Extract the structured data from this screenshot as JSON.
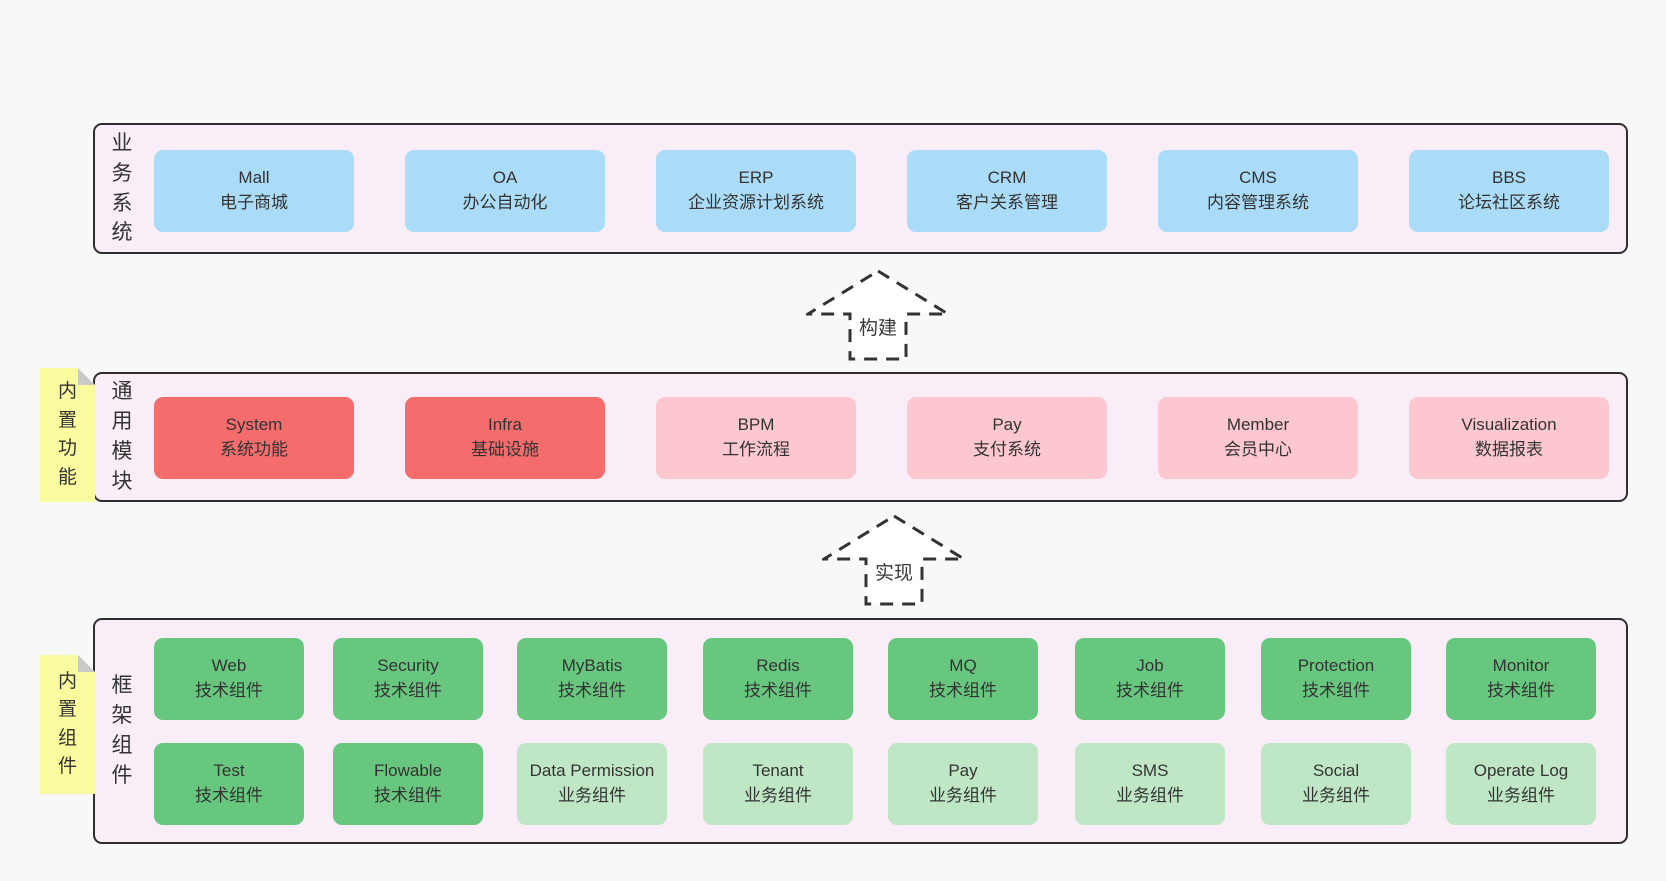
{
  "colors": {
    "page_bg": "#f8f8f8",
    "band_bg": "#f9eef7",
    "band_border": "#2f2f2f",
    "blue_box": "#abdcf7",
    "red_box": "#f56c6c",
    "pink_box": "#fcc7cf",
    "green_box": "#68c77e",
    "light_green_box": "#bfe7c6",
    "note_yellow": "#fafa9e",
    "note_fold": "#c9c9c9",
    "text": "#333333"
  },
  "arrows": [
    {
      "label": "构建"
    },
    {
      "label": "实现"
    }
  ],
  "bands": [
    {
      "label": "业务系统",
      "boxes": [
        {
          "en": "Mall",
          "zh": "电子商城"
        },
        {
          "en": "OA",
          "zh": "办公自动化"
        },
        {
          "en": "ERP",
          "zh": "企业资源计划系统"
        },
        {
          "en": "CRM",
          "zh": "客户关系管理"
        },
        {
          "en": "CMS",
          "zh": "内容管理系统"
        },
        {
          "en": "BBS",
          "zh": "论坛社区系统"
        }
      ]
    },
    {
      "label": "通用模块",
      "note": "内置功能",
      "boxes": [
        {
          "en": "System",
          "zh": "系统功能"
        },
        {
          "en": "Infra",
          "zh": "基础设施"
        },
        {
          "en": "BPM",
          "zh": "工作流程"
        },
        {
          "en": "Pay",
          "zh": "支付系统"
        },
        {
          "en": "Member",
          "zh": "会员中心"
        },
        {
          "en": "Visualization",
          "zh": "数据报表"
        }
      ]
    },
    {
      "label": "框架组件",
      "note": "内置组件",
      "row1": [
        {
          "en": "Web",
          "zh": "技术组件"
        },
        {
          "en": "Security",
          "zh": "技术组件"
        },
        {
          "en": "MyBatis",
          "zh": "技术组件"
        },
        {
          "en": "Redis",
          "zh": "技术组件"
        },
        {
          "en": "MQ",
          "zh": "技术组件"
        },
        {
          "en": "Job",
          "zh": "技术组件"
        },
        {
          "en": "Protection",
          "zh": "技术组件"
        },
        {
          "en": "Monitor",
          "zh": "技术组件"
        }
      ],
      "row2": [
        {
          "en": "Test",
          "zh": "技术组件"
        },
        {
          "en": "Flowable",
          "zh": "技术组件"
        },
        {
          "en": "Data Permission",
          "zh": "业务组件"
        },
        {
          "en": "Tenant",
          "zh": "业务组件"
        },
        {
          "en": "Pay",
          "zh": "业务组件"
        },
        {
          "en": "SMS",
          "zh": "业务组件"
        },
        {
          "en": "Social",
          "zh": "业务组件"
        },
        {
          "en": "Operate Log",
          "zh": "业务组件"
        }
      ]
    }
  ]
}
